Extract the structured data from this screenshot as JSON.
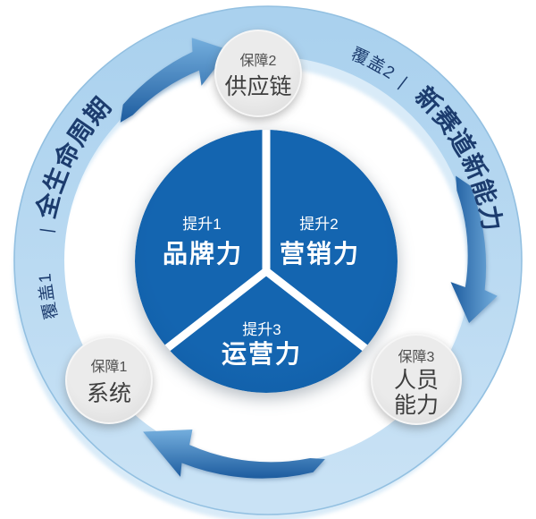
{
  "diagram": {
    "pie": {
      "sectors": [
        {
          "step": "提升1",
          "label": "品牌力"
        },
        {
          "step": "提升2",
          "label": "营销力"
        },
        {
          "step": "提升3",
          "label": "运营力"
        }
      ]
    },
    "badges": [
      {
        "tag": "保障2",
        "label": "供应链"
      },
      {
        "tag": "保障1",
        "label": "系统"
      },
      {
        "tag": "保障3",
        "line1": "人员",
        "line2": "能力"
      }
    ],
    "arcs": {
      "left": {
        "tag": "覆盖1",
        "sep": "|",
        "label": "全生命周期"
      },
      "right": {
        "tag": "覆盖2",
        "sep": "|",
        "label": "新赛道新能力"
      }
    },
    "colors": {
      "ring": "#b5d8f1",
      "ring_edge": "#93c0e1",
      "ring_echo": "#d9ebf8",
      "pie_blue": "#1261a9",
      "arrow_dark": "#1d5c9f",
      "arrow_light": "#74aedd",
      "badge_fill": "#e3e3e3",
      "badge_text": "#3e3e3e",
      "arc_text": "#1c3c6e",
      "pie_text": "#ffffff"
    }
  }
}
